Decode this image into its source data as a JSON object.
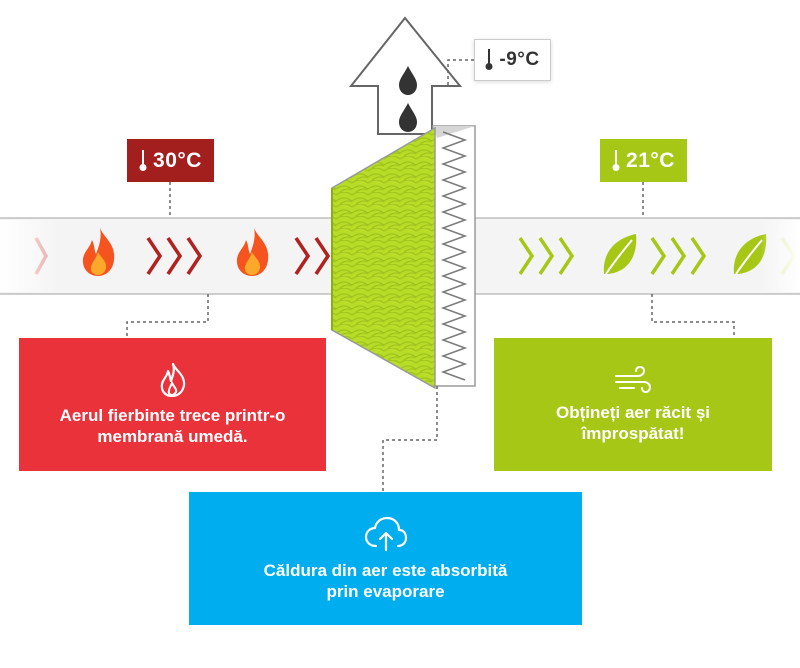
{
  "temperatures": {
    "hot": "30°C",
    "cool": "21°C",
    "cold": "-9°C"
  },
  "cards": {
    "hot": {
      "text": "Aerul fierbinte trece printr-o\nmembrană umedă.",
      "icon": "flame-icon"
    },
    "cool": {
      "text": "Obțineți aer răcit și\nîmprospătat!",
      "icon": "wind-icon"
    },
    "evaporation": {
      "text": "Căldura din aer este absorbită\nprin evaporare",
      "icon": "cloud-upload-icon"
    }
  },
  "colors": {
    "hot_dark": "#a31f1e",
    "hot": "#e9323a",
    "flame": "#f5541f",
    "cool": "#a6c715",
    "evaporation": "#00adef",
    "water_drop": "#333333"
  }
}
